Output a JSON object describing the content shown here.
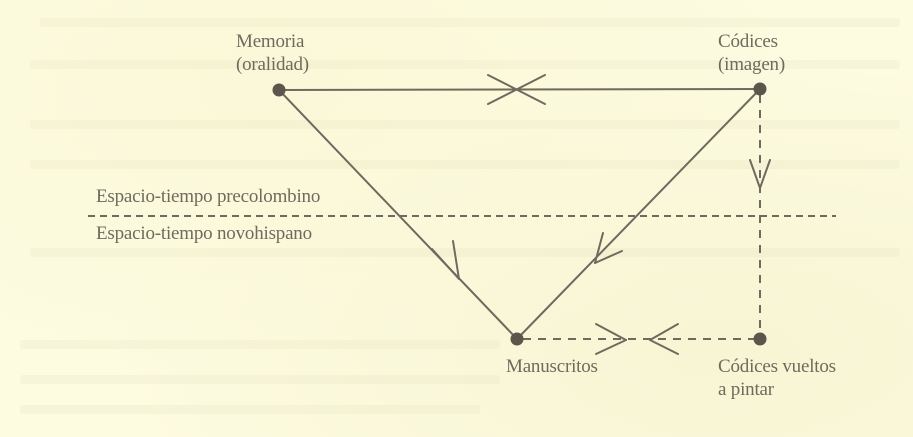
{
  "diagram": {
    "nodes": {
      "memoria": {
        "line1": "Memoria",
        "line2": "(oralidad)"
      },
      "codices": {
        "line1": "Códices",
        "line2": "(imagen)"
      },
      "manuscritos": {
        "line1": "Manuscritos"
      },
      "codices_vueltos": {
        "line1": "Códices vueltos",
        "line2": "a pintar"
      }
    },
    "regions": {
      "upper": "Espacio-tiempo precolombino",
      "lower": "Espacio-tiempo novohispano"
    },
    "edges": [
      {
        "from": "memoria",
        "to": "codices",
        "style": "solid",
        "arrow": "crossed-arrowheads-meeting-midpoint"
      },
      {
        "from": "memoria",
        "to": "manuscritos",
        "style": "solid",
        "arrow": "toward-manuscritos"
      },
      {
        "from": "codices",
        "to": "manuscritos",
        "style": "solid",
        "arrow": "toward-manuscritos"
      },
      {
        "from": "codices",
        "to": "codices_vueltos",
        "style": "dashed",
        "arrow": "downward"
      },
      {
        "from": "manuscritos",
        "to": "codices_vueltos",
        "style": "dashed",
        "arrow": "arrowheads-facing-each-other"
      }
    ],
    "colors": {
      "background": "#fdfbe0",
      "ink": "#6e6a5e",
      "node": "#5a564c"
    }
  }
}
